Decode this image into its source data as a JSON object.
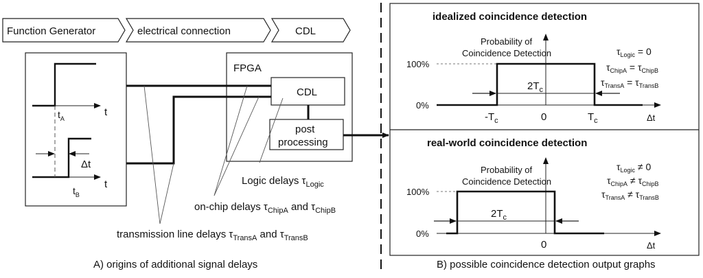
{
  "left": {
    "flow": {
      "stage1": "Function Generator",
      "stage2": "electrical connection",
      "stage3": "CDL"
    },
    "signals": {
      "time_axis": "t",
      "tA_main": "t",
      "tA_sub": "A",
      "tB_main": "t",
      "tB_sub": "B",
      "delta_t": "Δt"
    },
    "fpga": {
      "label": "FPGA",
      "cdl_label": "CDL",
      "post_line1": "post",
      "post_line2": "processing"
    },
    "delays": {
      "logic_text": "Logic delays τ",
      "logic_sub": "Logic",
      "onchip_text": "on-chip delays τ",
      "onchip_sub_a": "ChipA",
      "and_word": " and τ",
      "onchip_sub_b": "ChipB",
      "trans_text": "transmission line delays τ",
      "trans_sub_a": "TransA",
      "trans_sub_b": "TransB"
    },
    "caption": "A) origins of additional signal delays"
  },
  "right": {
    "top": {
      "title": "idealized coincidence detection",
      "ylabel_line1": "Probability of",
      "ylabel_line2": "Coincidence Detection",
      "y100": "100%",
      "y0": "0%",
      "width_label_main": "2T",
      "width_label_sub": "c",
      "tick_left_main": "-T",
      "tick_left_sub": "c",
      "tick_zero": "0",
      "tick_right_main": "T",
      "tick_right_sub": "c",
      "xlabel": "Δt",
      "cond1": {
        "tau": "τ",
        "sub": "Logic",
        "rel": " = 0"
      },
      "cond2": {
        "tau": "τ",
        "sub": "ChipA",
        "rel": " = τ",
        "sub2": "ChipB"
      },
      "cond3": {
        "tau": "τ",
        "sub": "TransA",
        "rel": " = τ",
        "sub2": "TransB"
      }
    },
    "bottom": {
      "title": "real-world coincidence detection",
      "ylabel_line1": "Probability of",
      "ylabel_line2": "Coincidence Detection",
      "y100": "100%",
      "y0": "0%",
      "width_label_main": "2T",
      "width_label_sub": "c",
      "tick_zero": "0",
      "xlabel": "Δt",
      "cond1": {
        "tau": "τ",
        "sub": "Logic",
        "rel": " ≠ 0"
      },
      "cond2": {
        "tau": "τ",
        "sub": "ChipA",
        "rel": " ≠ τ",
        "sub2": "ChipB"
      },
      "cond3": {
        "tau": "τ",
        "sub": "TransA",
        "rel": " ≠ τ",
        "sub2": "TransB"
      }
    },
    "caption": "B) possible coincidence detection output graphs"
  }
}
